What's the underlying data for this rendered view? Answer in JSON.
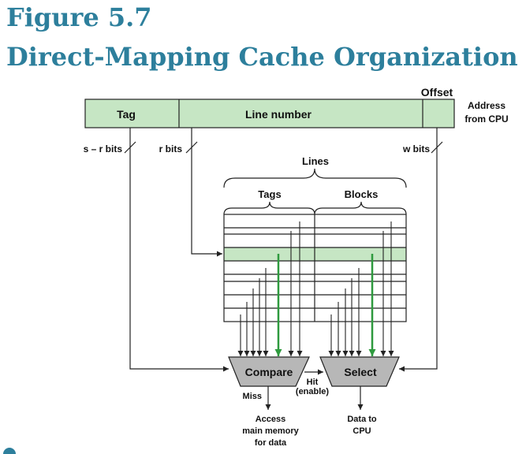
{
  "figure": {
    "number": "Figure 5.7",
    "title": "Direct-Mapping Cache Organization"
  },
  "colors": {
    "title": "#2d7f9c",
    "fill_green": "#c6e6c4",
    "arrow_green": "#2e9a3e",
    "line": "#222222"
  },
  "address": {
    "tag_label": "Tag",
    "line_label": "Line number",
    "offset_label": "Offset",
    "side_label_1": "Address",
    "side_label_2": "from CPU"
  },
  "bits": {
    "tag": "s – r bits",
    "line": "r bits",
    "word": "w bits"
  },
  "cache": {
    "lines_label": "Lines",
    "tags_label": "Tags",
    "blocks_label": "Blocks"
  },
  "logic": {
    "compare_label": "Compare",
    "select_label": "Select",
    "hit_label": "Hit",
    "enable_label": "(enable)",
    "miss_label": "Miss",
    "access_1": "Access",
    "access_2": "main memory",
    "access_3": "for data",
    "data_1": "Data to",
    "data_2": "CPU"
  }
}
